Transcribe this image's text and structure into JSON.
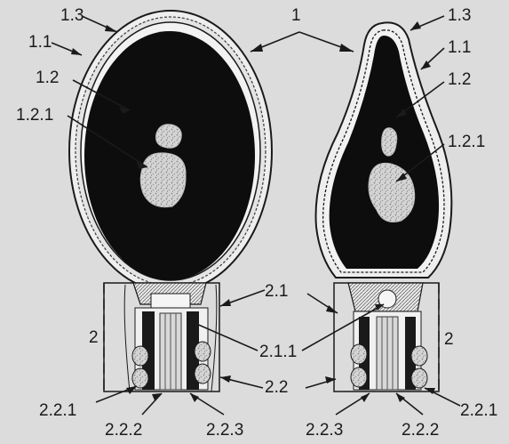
{
  "figure": {
    "description_free": true,
    "labels": {
      "l1": "1",
      "l1_1_left": "1.1",
      "l1_3_left": "1.3",
      "l1_2_left": "1.2",
      "l1_2_1_left": "1.2.1",
      "l1_3_right": "1.3",
      "l1_1_right": "1.1",
      "l1_2_right": "1.2",
      "l1_2_1_right": "1.2.1",
      "l2_1": "2.1",
      "l2_1_1": "2.1.1",
      "l2_2": "2.2",
      "l2_left": "2",
      "l2_right": "2",
      "l2_2_1_left": "2.2.1",
      "l2_2_2_left": "2.2.2",
      "l2_2_3_left": "2.2.3",
      "l2_2_3_right": "2.2.3",
      "l2_2_2_right": "2.2.2",
      "l2_2_1_right": "2.2.1"
    },
    "colors": {
      "background": "#dcdcdc",
      "nucleus": "#0d0d0d",
      "membrane": "#f2f2f2",
      "outline": "#1a1a1a",
      "vacuole": "#c9c9c9"
    }
  }
}
